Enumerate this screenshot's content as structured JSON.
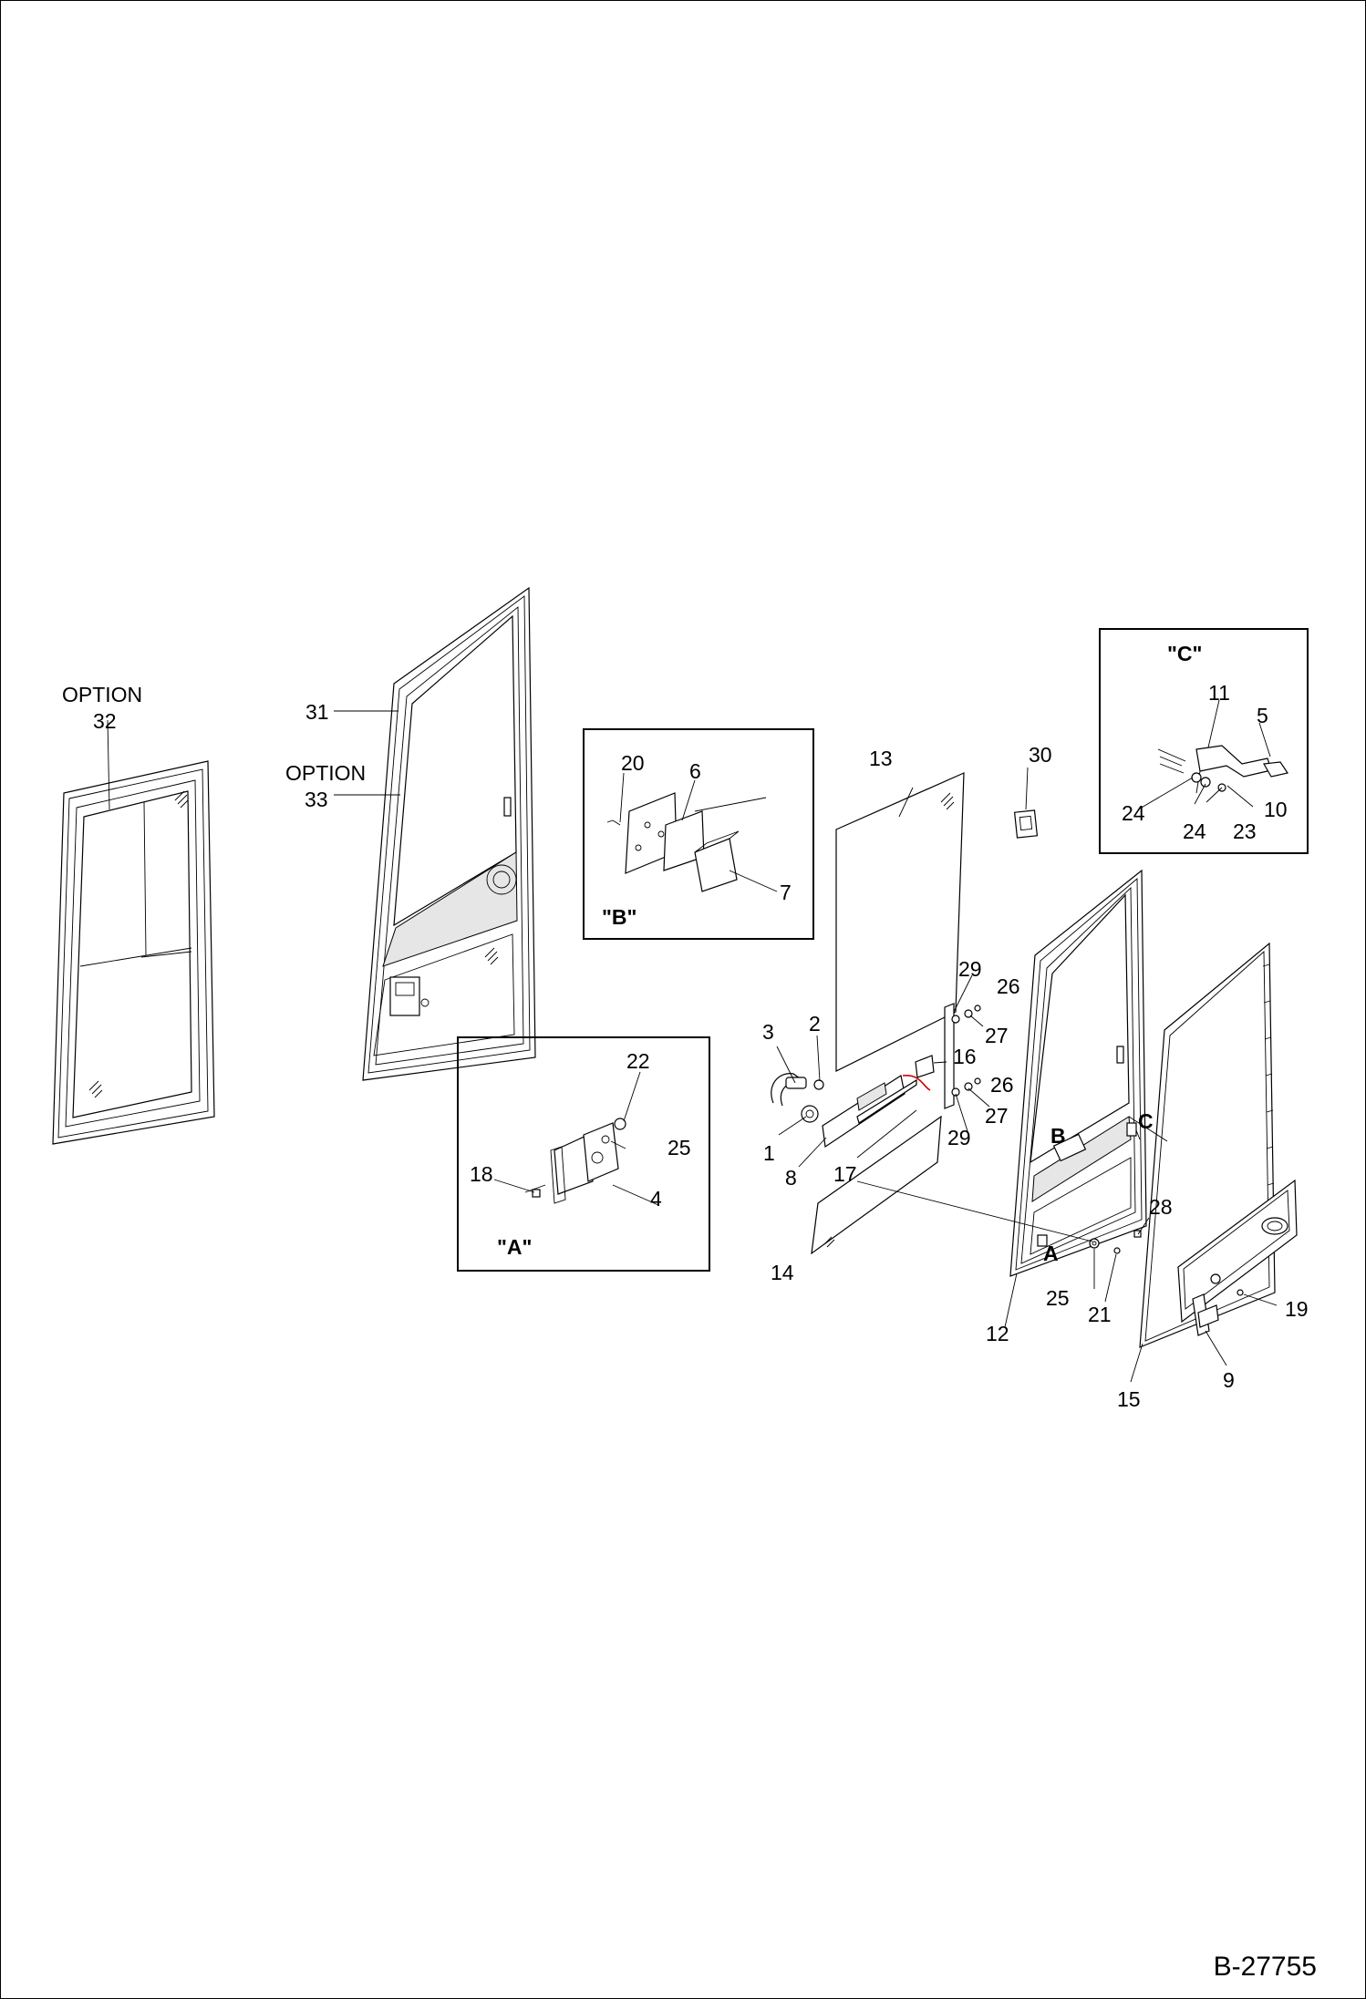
{
  "document_number": "B-27755",
  "option_labels": {
    "frame_option": "OPTION",
    "door_option": "OPTION"
  },
  "detail_views": {
    "A": "\"A\"",
    "B": "\"B\"",
    "C": "\"C\""
  },
  "location_markers": {
    "A": "A",
    "B": "B",
    "C": "C"
  },
  "callouts": {
    "p1": "1",
    "p2": "2",
    "p3": "3",
    "p4": "4",
    "p5": "5",
    "p6": "6",
    "p7": "7",
    "p8": "8",
    "p9": "9",
    "p10": "10",
    "p11": "11",
    "p12": "12",
    "p13": "13",
    "p14": "14",
    "p15": "15",
    "p16": "16",
    "p17": "17",
    "p18": "18",
    "p19": "19",
    "p20": "20",
    "p21": "21",
    "p22": "22",
    "p23": "23",
    "p24a": "24",
    "p24b": "24",
    "p25a": "25",
    "p25b": "25",
    "p26a": "26",
    "p26b": "26",
    "p27a": "27",
    "p27b": "27",
    "p28": "28",
    "p29a": "29",
    "p29b": "29",
    "p30": "30",
    "p31": "31",
    "p32": "32",
    "p33": "33"
  }
}
